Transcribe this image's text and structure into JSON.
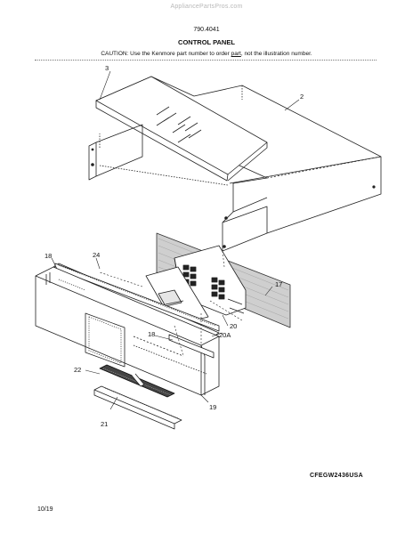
{
  "watermark": "AppliancePartsPros.com",
  "model_number": "790.4041",
  "section_title": "CONTROL PANEL",
  "caution": {
    "before": "CAUTION: Use the Kenmore part number to order ",
    "underlined": "part",
    "after": ", not the illustration number."
  },
  "callouts": {
    "c3": "3",
    "c2": "2",
    "c18a": "18",
    "c24": "24",
    "c17": "17",
    "c18b": "18",
    "c20a": "20A",
    "c20": "20",
    "c22": "22",
    "c19": "19",
    "c21": "21"
  },
  "figure_code": "CFEGW2436USA",
  "page_date": "10/19"
}
